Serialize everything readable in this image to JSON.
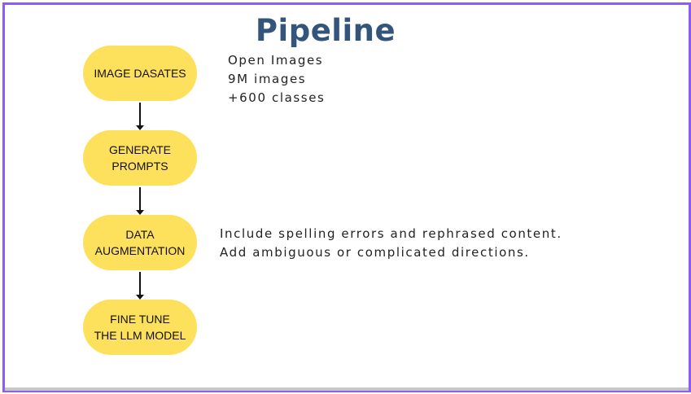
{
  "title": "Pipeline",
  "steps": [
    {
      "label": "IMAGE DASATES"
    },
    {
      "label": "GENERATE\nPROMPTS"
    },
    {
      "label": "DATA\nAUGMENTATION"
    },
    {
      "label": "FINE TUNE\nTHE LLM MODEL"
    }
  ],
  "notes": {
    "dataset": [
      "Open Images",
      "9M images",
      "+600 classes"
    ],
    "augmentation": [
      "Include spelling errors and rephrased content.",
      "Add ambiguous or complicated directions."
    ]
  },
  "colors": {
    "frame": "#8b5cf6",
    "title": "#33557b",
    "node_fill": "#fde05c"
  }
}
